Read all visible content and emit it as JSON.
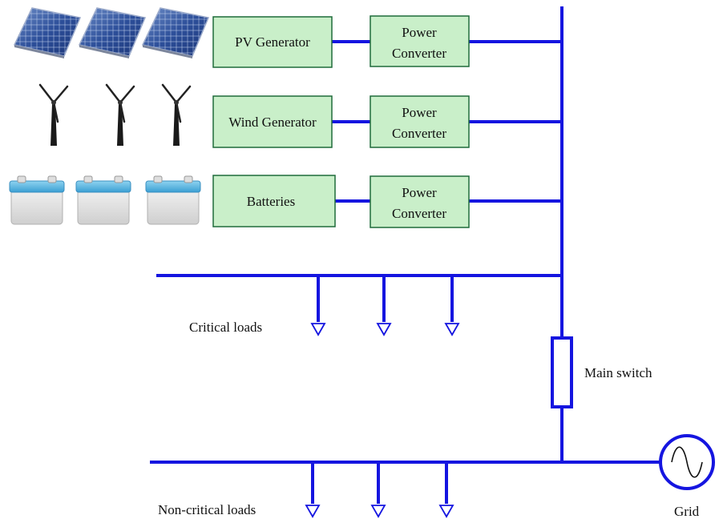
{
  "colors": {
    "bus": "#1515e0",
    "box_fill": "#c9efc9",
    "box_stroke": "#1f6b3a",
    "text": "#111111"
  },
  "sources": [
    {
      "icon": "solar-panel",
      "generator": "PV Generator",
      "converter_line1": "Power",
      "converter_line2": "Converter"
    },
    {
      "icon": "wind-turbine",
      "generator": "Wind Generator",
      "converter_line1": "Power",
      "converter_line2": "Converter"
    },
    {
      "icon": "battery",
      "generator": "Batteries",
      "converter_line1": "Power",
      "converter_line2": "Converter"
    }
  ],
  "labels": {
    "critical_loads": "Critical loads",
    "main_switch": "Main switch",
    "non_critical_loads": "Non-critical loads",
    "grid": "Grid"
  }
}
